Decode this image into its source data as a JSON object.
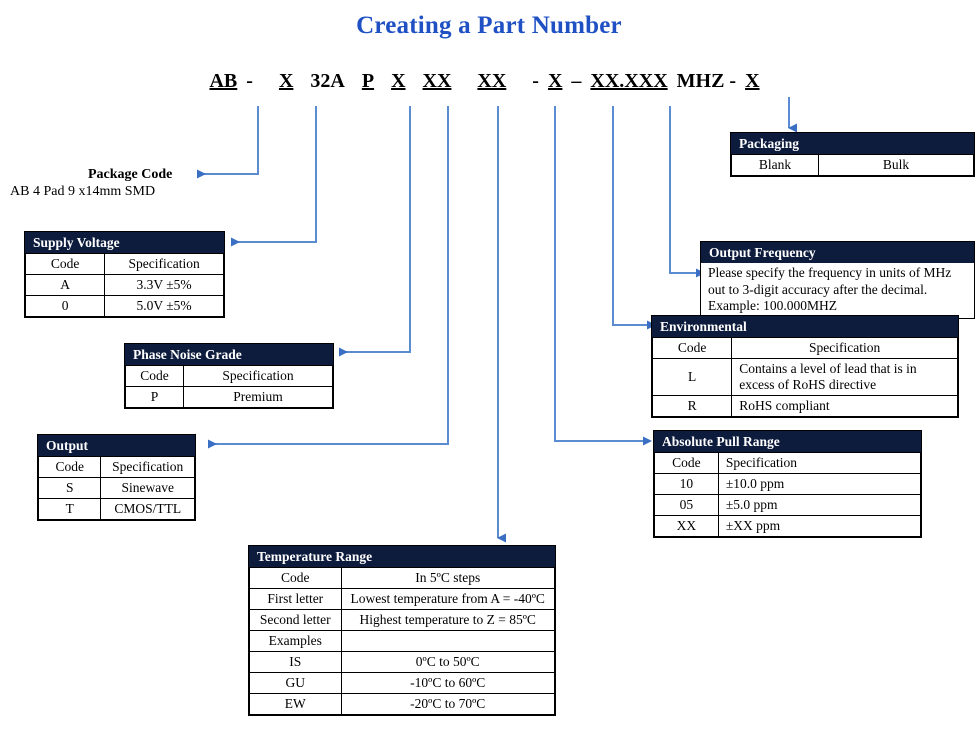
{
  "title": "Creating a Part Number",
  "part_number": {
    "segments": [
      {
        "text": "AB",
        "underline": true,
        "gap_after": "s"
      },
      {
        "text": "-",
        "underline": false,
        "gap_after": "l"
      },
      {
        "text": "X",
        "underline": true,
        "gap_after": "m"
      },
      {
        "text": "32A",
        "underline": false,
        "gap_after": "m"
      },
      {
        "text": "P",
        "underline": true,
        "gap_after": "m"
      },
      {
        "text": "X",
        "underline": true,
        "gap_after": "m"
      },
      {
        "text": "XX",
        "underline": true,
        "gap_after": "l"
      },
      {
        "text": "XX",
        "underline": true,
        "gap_after": "l"
      },
      {
        "text": "-",
        "underline": false,
        "gap_after": "s"
      },
      {
        "text": "X",
        "underline": true,
        "gap_after": "s"
      },
      {
        "text": "–",
        "underline": false,
        "gap_after": "s"
      },
      {
        "text": "XX.XXX",
        "underline": true,
        "gap_after": "s"
      },
      {
        "text": "MHZ -",
        "underline": false,
        "gap_after": "s"
      },
      {
        "text": "X",
        "underline": true,
        "gap_after": "s"
      }
    ]
  },
  "package_code": {
    "label": "Package Code",
    "description": "AB 4 Pad 9 x14mm SMD"
  },
  "supply_voltage": {
    "header": "Supply Voltage",
    "columns": [
      "Code",
      "Specification"
    ],
    "rows": [
      [
        "A",
        "3.3V ±5%"
      ],
      [
        "0",
        "5.0V ±5%"
      ]
    ]
  },
  "phase_noise_grade": {
    "header": "Phase Noise Grade",
    "columns": [
      "Code",
      "Specification"
    ],
    "rows": [
      [
        "P",
        "Premium"
      ]
    ]
  },
  "output": {
    "header": "Output",
    "columns": [
      "Code",
      "Specification"
    ],
    "rows": [
      [
        "S",
        "Sinewave"
      ],
      [
        "T",
        "CMOS/TTL"
      ]
    ]
  },
  "temperature_range": {
    "header": "Temperature Range",
    "columns": [
      "Code",
      "In 5ºC steps"
    ],
    "rows": [
      [
        "First letter",
        "Lowest temperature from A = -40ºC"
      ],
      [
        "Second  letter",
        "Highest temperature to Z = 85ºC"
      ],
      [
        "Examples",
        ""
      ],
      [
        "IS",
        "0ºC to 50ºC"
      ],
      [
        "GU",
        "-10ºC to 60ºC"
      ],
      [
        "EW",
        "-20ºC to 70ºC"
      ]
    ]
  },
  "absolute_pull_range": {
    "header": "Absolute Pull Range",
    "columns": [
      "Code",
      "Specification"
    ],
    "rows": [
      [
        "10",
        "±10.0 ppm"
      ],
      [
        "05",
        "±5.0 ppm"
      ],
      [
        "XX",
        "±XX ppm"
      ]
    ]
  },
  "environmental": {
    "header": "Environmental",
    "columns": [
      "Code",
      "Specification"
    ],
    "rows": [
      [
        "L",
        "Contains a level of lead that is in excess of RoHS directive"
      ],
      [
        "R",
        "RoHS compliant"
      ]
    ]
  },
  "output_frequency": {
    "header": "Output Frequency",
    "line1": "Please specify the frequency in units of MHz",
    "line2": "out to 3-digit accuracy after the decimal.",
    "line3": "Example: 100.000MHZ"
  },
  "packaging": {
    "header": "Packaging",
    "cells": [
      "Blank",
      "Bulk"
    ]
  },
  "colors": {
    "title": "#1f51c4",
    "header_bg": "#0d1b3c",
    "connector": "#5b8bd0"
  }
}
